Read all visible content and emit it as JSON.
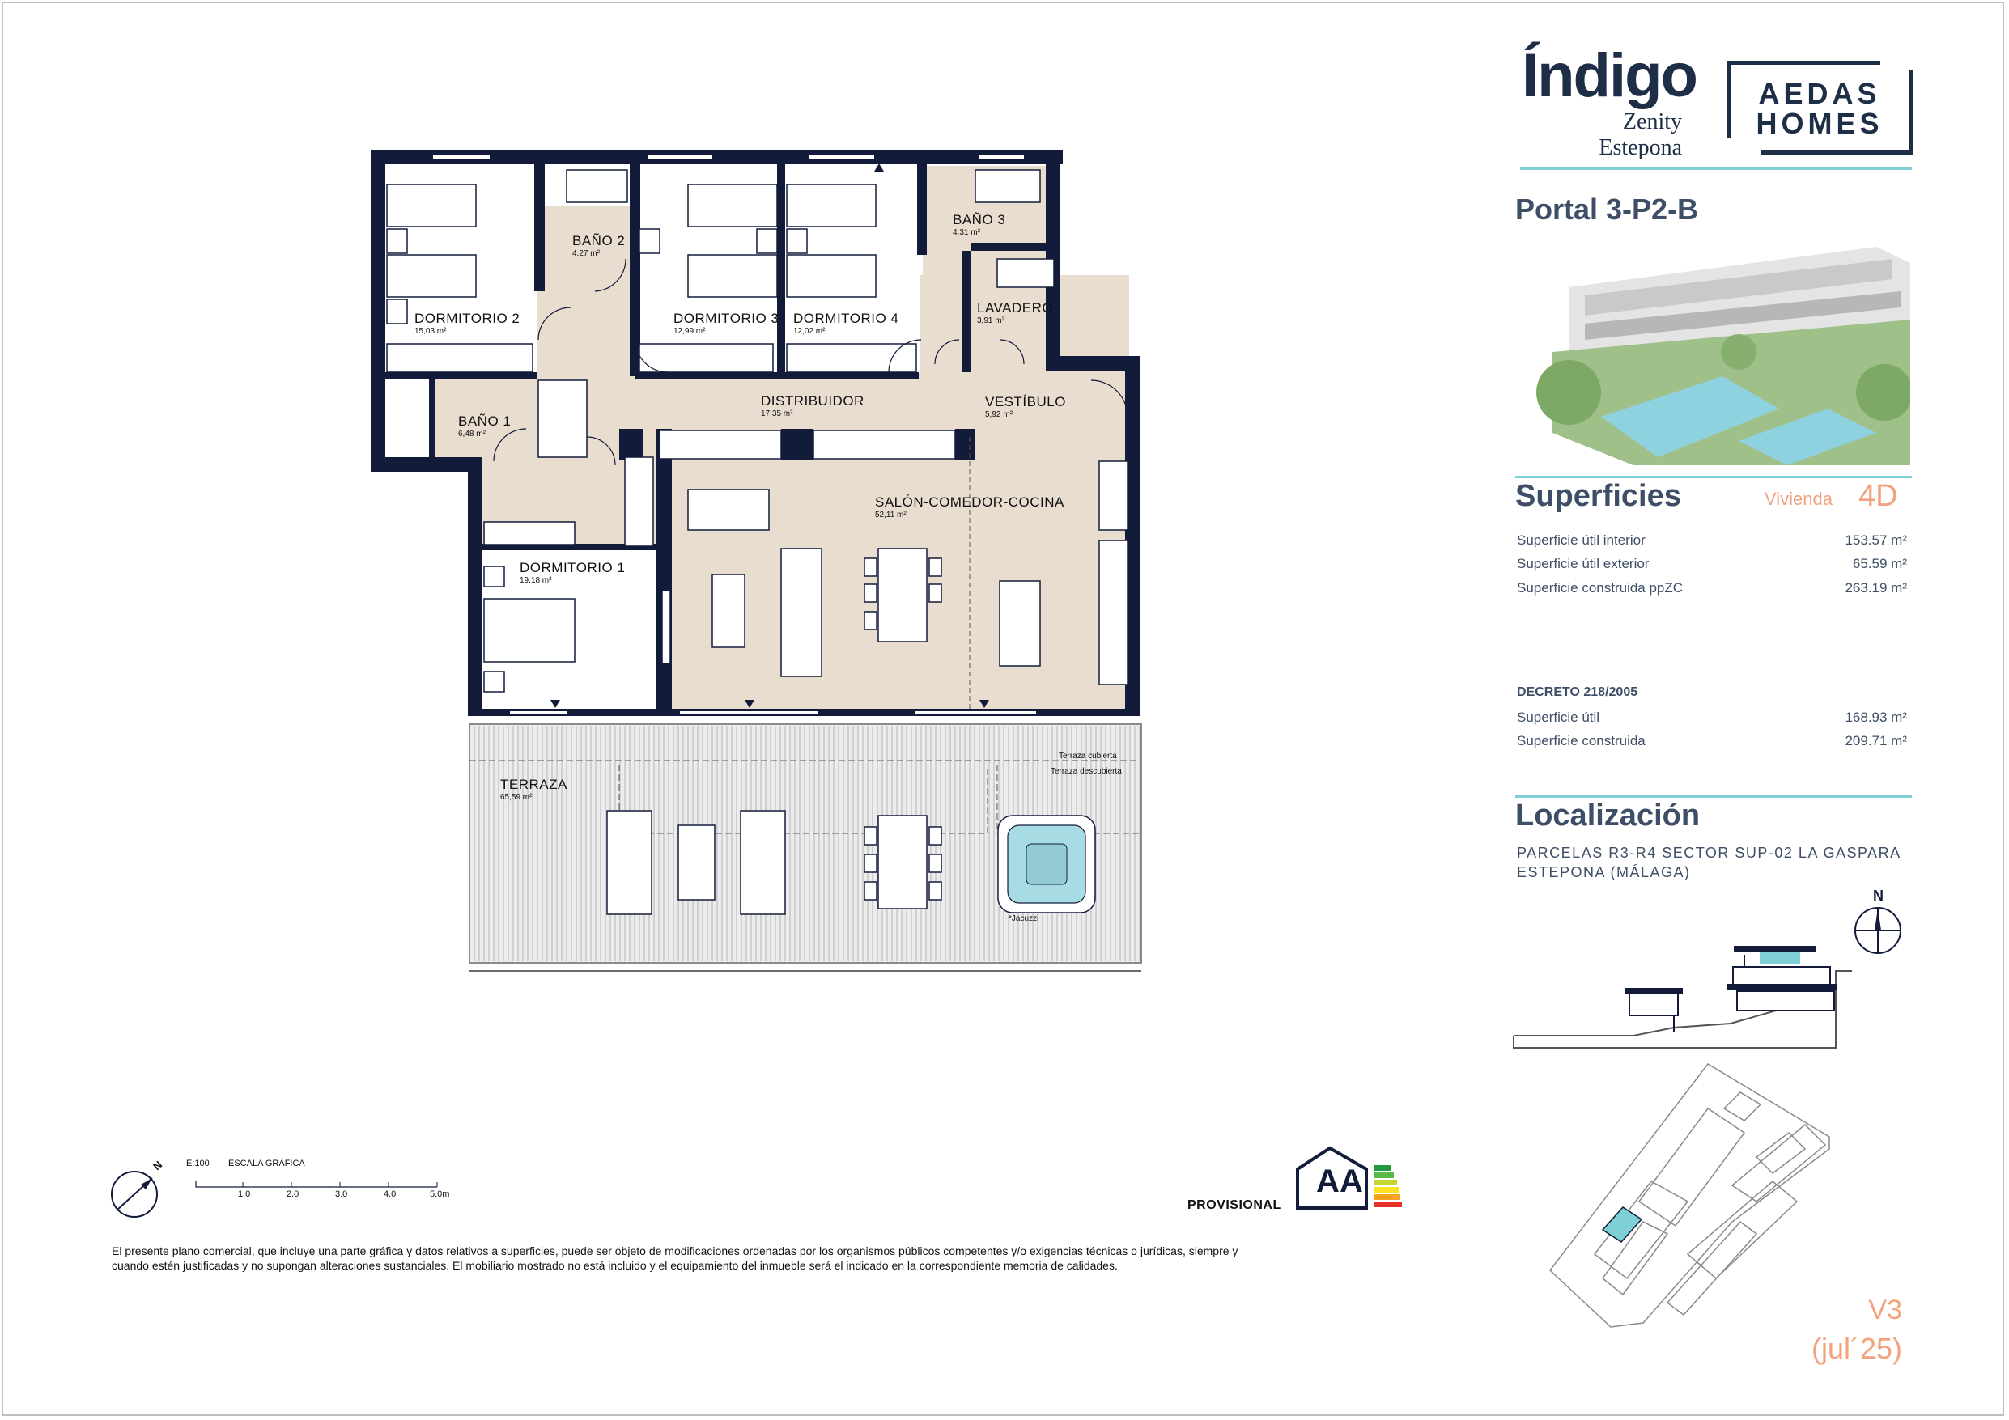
{
  "brand": {
    "project_name": "Índigo",
    "project_line2": "Zenity",
    "project_line3": "Estepona",
    "developer_line1": "AEDAS",
    "developer_line2": "HOMES"
  },
  "unit": {
    "title": "Portal 3-P2-B"
  },
  "surfaces": {
    "title": "Superficies",
    "type_label": "Vivienda",
    "type_code": "4D",
    "rows": [
      {
        "label": "Superficie útil interior",
        "value": "153.57 m²"
      },
      {
        "label": "Superficie útil exterior",
        "value": "65.59 m²"
      },
      {
        "label": "Superficie construida ppZC",
        "value": "263.19 m²"
      }
    ]
  },
  "decree": {
    "title": "DECRETO 218/2005",
    "rows": [
      {
        "label": "Superficie útil",
        "value": "168.93 m²"
      },
      {
        "label": "Superficie construida",
        "value": "209.71 m²"
      }
    ]
  },
  "location": {
    "title": "Localización",
    "line1": "PARCELAS R3-R4 SECTOR SUP-02 LA GASPARA",
    "line2": "ESTEPONA (MÁLAGA)",
    "compass": "N"
  },
  "version": {
    "code": "V3",
    "date": "(jul´25)"
  },
  "rooms": [
    {
      "name": "DORMITORIO 2",
      "area": "15,03 m²"
    },
    {
      "name": "BAÑO 2",
      "area": "4,27 m²"
    },
    {
      "name": "DORMITORIO 3",
      "area": "12,99 m²"
    },
    {
      "name": "DORMITORIO 4",
      "area": "12,02 m²"
    },
    {
      "name": "BAÑO 3",
      "area": "4,31 m²"
    },
    {
      "name": "LAVADERO",
      "area": "3,91 m²"
    },
    {
      "name": "BAÑO 1",
      "area": "6,48 m²"
    },
    {
      "name": "DISTRIBUIDOR",
      "area": "17,35 m²"
    },
    {
      "name": "VESTÍBULO",
      "area": "5,92 m²"
    },
    {
      "name": "SALÓN-COMEDOR-COCINA",
      "area": "52,11 m²"
    },
    {
      "name": "DORMITORIO 1",
      "area": "19,18 m²"
    },
    {
      "name": "TERRAZA",
      "area": "65,59 m²"
    }
  ],
  "terrace_notes": {
    "covered": "Terraza cubierta",
    "uncovered": "Terraza descubierta",
    "jacuzzi": "*Jacuzzi"
  },
  "scale": {
    "ratio": "E:100",
    "label": "ESCALA GRÁFICA",
    "ticks": [
      "1.0",
      "2.0",
      "3.0",
      "4.0",
      "5.0m"
    ],
    "north": "N"
  },
  "energy": {
    "provisional": "PROVISIONAL",
    "rating_consumption": "A",
    "rating_emissions": "A"
  },
  "disclaimer": {
    "line1": "El presente plano comercial, que incluye una parte gráfica y datos relativos a superficies, puede ser objeto de modificaciones ordenadas por los organismos públicos competentes y/o exigencias técnicas o jurídicas, siempre y",
    "line2": "cuando estén justificadas y no supongan alteraciones sustanciales. El mobiliario mostrado no está incluido y el equipamiento del inmueble será el indicado en la correspondiente memoria de calidades."
  }
}
